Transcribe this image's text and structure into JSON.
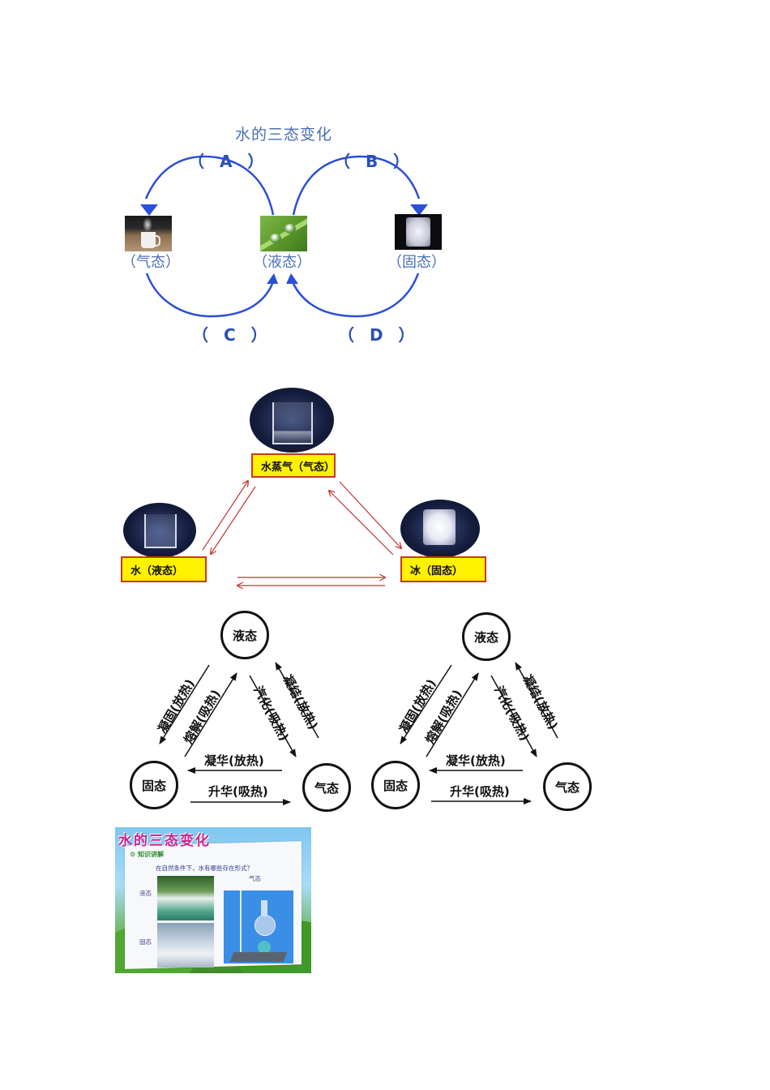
{
  "figure1": {
    "title": "水的三态变化",
    "arrows": [
      {
        "id": "A",
        "label": "（ A ）",
        "from": "液态",
        "to": "气态"
      },
      {
        "id": "B",
        "label": "（ B ）",
        "from": "液态",
        "to": "固态"
      },
      {
        "id": "C",
        "label": "（ C ）",
        "from": "气态",
        "to": "液态"
      },
      {
        "id": "D",
        "label": "（ D ）",
        "from": "固态",
        "to": "液态"
      }
    ],
    "states": {
      "gas": "（气态）",
      "liquid": "（液态）",
      "solid": "（固态）"
    },
    "colors": {
      "arrow": "#2b4fd8",
      "text": "#4a6fb5"
    }
  },
  "figure2": {
    "boxes": {
      "top": "水蒸气（气态）",
      "left": "水（液态）",
      "right": "冰（固态）"
    },
    "colors": {
      "box_fill": "#fff200",
      "box_border": "#c43a1a",
      "arrow": "#c9302c"
    }
  },
  "figure3": {
    "nodes": {
      "top": "液态",
      "left": "固态",
      "right": "气态"
    },
    "transitions": {
      "liquid_to_solid": "凝固(放热)",
      "solid_to_liquid": "熔解(吸热)",
      "liquid_to_gas": "汽化(吸热)",
      "gas_to_liquid": "凝结(放热)",
      "gas_to_solid": "凝华(放热)",
      "solid_to_gas": "升华(吸热)"
    }
  },
  "figure4": {
    "title": "水的三态变化",
    "section": "知识讲解",
    "question": "在自然条件下，水有哪些存在形式？",
    "labels": {
      "liquid": "液态",
      "solid": "固态",
      "gas": "气态"
    }
  }
}
